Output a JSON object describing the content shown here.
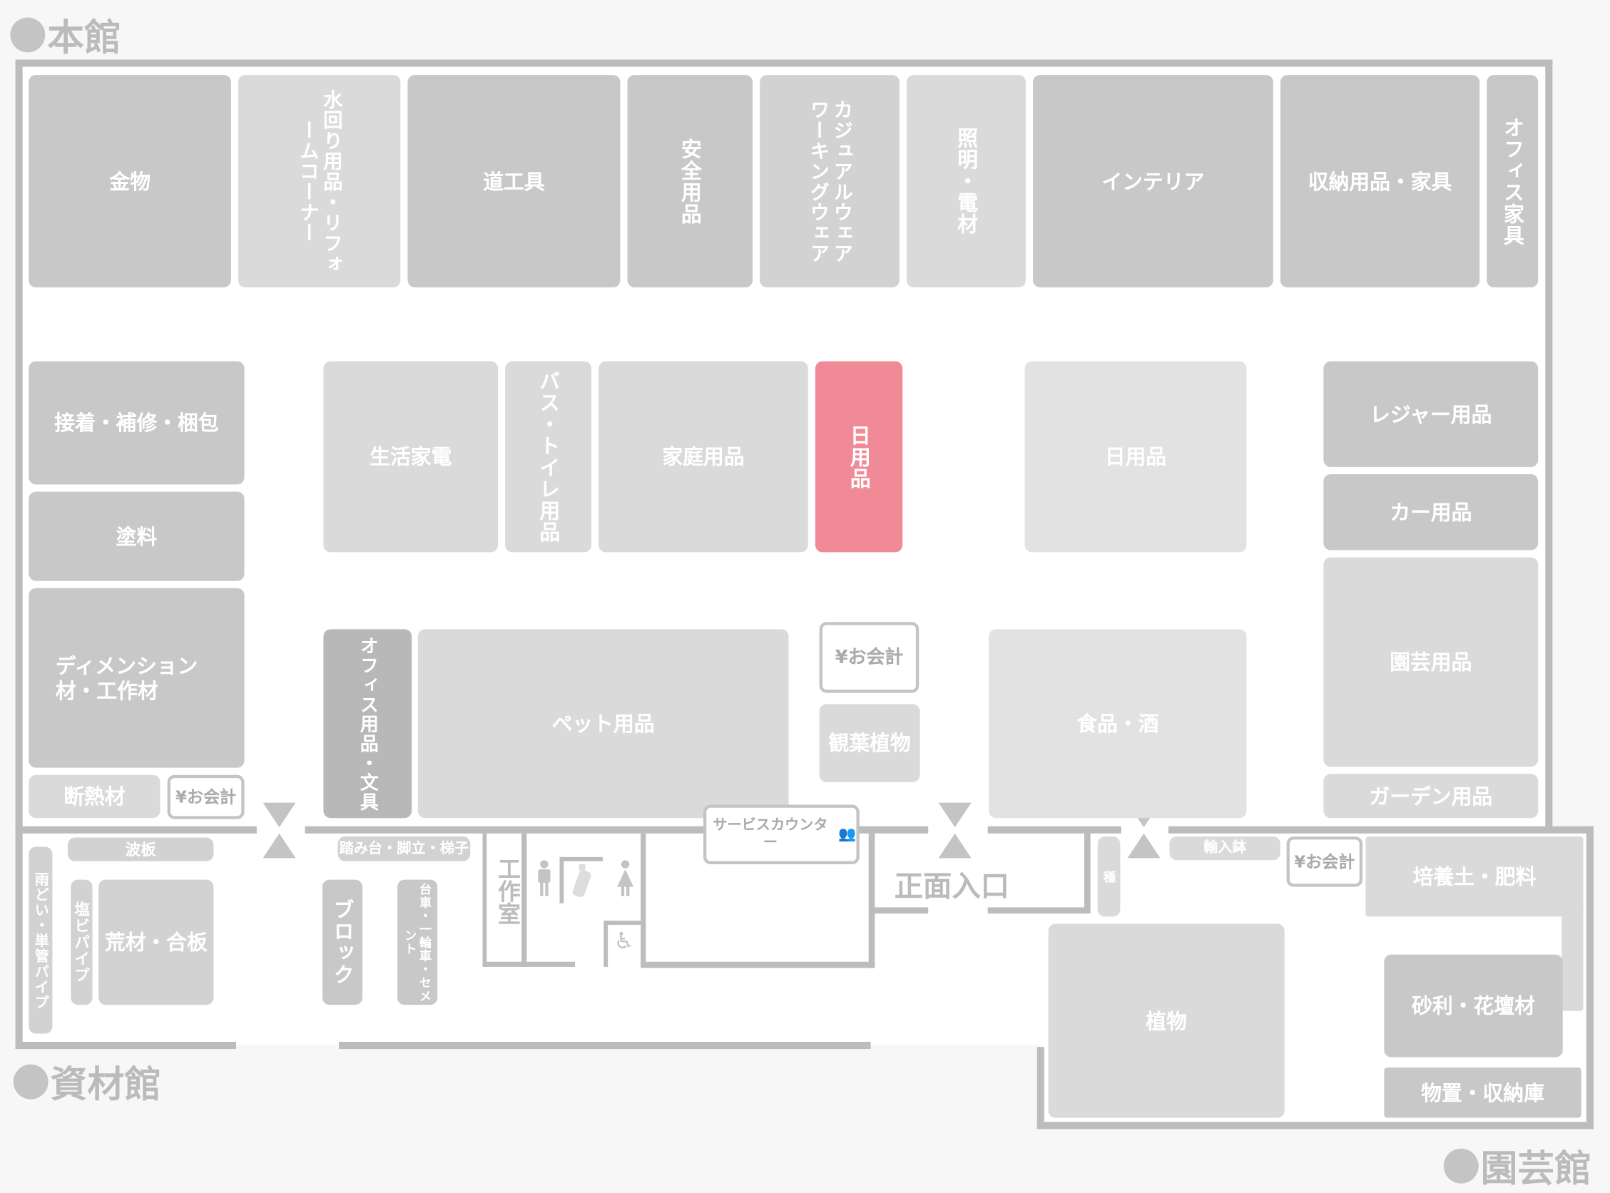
{
  "buildings": {
    "main": "本館",
    "materials": "資材館",
    "garden": "園芸館"
  },
  "colors": {
    "highlight": "#f08a96",
    "wall": "#bcbcbc"
  },
  "main_top": [
    "金物",
    "水回り用品・リフォームコーナー",
    "道工具",
    "安全用品",
    "カジュアルウェア ワーキングウェア",
    "照明・電材",
    "インテリア",
    "収納用品・家具",
    "オフィス家具"
  ],
  "main_left": [
    "接着・補修・梱包",
    "塗料",
    "ディメンション材・工作材",
    "断熱材",
    "¥お会計"
  ],
  "main_center": [
    "生活家電",
    "バス・トイレ用品",
    "家庭用品",
    "日用品",
    "日用品",
    "オフィス用品・文具",
    "ペット用品",
    "¥お会計",
    "観葉植物",
    "食品・酒"
  ],
  "main_right": [
    "レジャー用品",
    "カー用品",
    "園芸用品",
    "ガーデン用品"
  ],
  "materials": [
    "波板",
    "雨どい・単管パイプ",
    "塩ビパイプ",
    "荒材・合板",
    "踏み台・脚立・梯子",
    "ブロック",
    "台車・一輪車・セメント",
    "工作室",
    "サービスカウンター"
  ],
  "entrance": "正面入口",
  "garden": [
    "種",
    "輸入鉢",
    "¥お会計",
    "培養土・肥料",
    "植物",
    "砂利・花壇材",
    "物置・収納庫"
  ],
  "icons": [
    "male-restroom-icon",
    "baby-bottle-icon",
    "female-restroom-icon",
    "wheelchair-icon",
    "staff-icon"
  ]
}
